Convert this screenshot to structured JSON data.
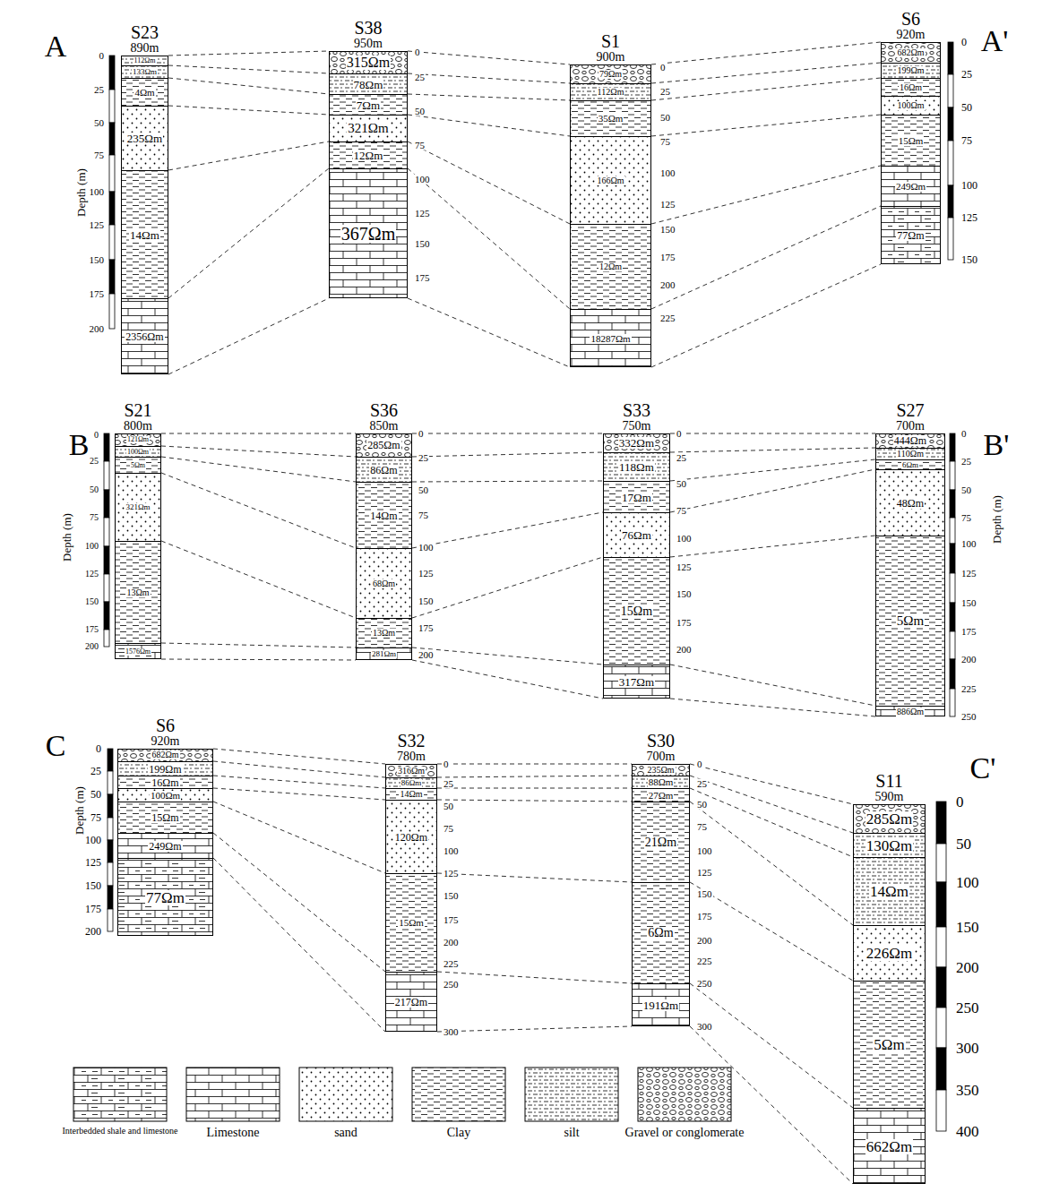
{
  "diagram": {
    "nodes": [
      {
        "text": [
          "S23",
          "890m"
        ]
      },
      {
        "text": [
          "112Ωm"
        ],
        "in": 0
      },
      {
        "text": [
          "133Ωm"
        ],
        "in": 0
      },
      {
        "text": [
          "4Ωm"
        ],
        "in": 0
      },
      {
        "text": [
          "235Ωm"
        ],
        "in": 0
      },
      {
        "text": [
          "14Ωm"
        ],
        "in": 0
      },
      {
        "text": [
          "2356Ωm"
        ],
        "in": 0
      },
      {
        "text": [
          "S38",
          "950m"
        ]
      },
      {
        "text": [
          "315Ωm"
        ],
        "in": 7
      },
      {
        "text": [
          "78Ωm"
        ],
        "in": 7
      },
      {
        "text": [
          "7Ωm"
        ],
        "in": 7
      },
      {
        "text": [
          "321Ωm"
        ],
        "in": 7
      },
      {
        "text": [
          "12Ωm"
        ],
        "in": 7
      },
      {
        "text": [
          "367Ωm"
        ],
        "in": 7
      },
      {
        "text": [
          "S1",
          "900m"
        ]
      },
      {
        "text": [
          "79Ωm"
        ],
        "in": 14
      },
      {
        "text": [
          "112Ωm"
        ],
        "in": 14
      },
      {
        "text": [
          "35Ωm"
        ],
        "in": 14
      },
      {
        "text": [
          "166Ωm"
        ],
        "in": 14
      },
      {
        "text": [
          "12Ωm"
        ],
        "in": 14
      },
      {
        "text": [
          "18287Ωm"
        ],
        "in": 14
      },
      {
        "text": [
          "S6",
          "920m"
        ]
      },
      {
        "text": [
          "682Ωm"
        ],
        "in": 21
      },
      {
        "text": [
          "199Ωm"
        ],
        "in": 21
      },
      {
        "text": [
          "16Ωm"
        ],
        "in": 21
      },
      {
        "text": [
          "100Ωm"
        ],
        "in": 21
      },
      {
        "text": [
          "15Ωm"
        ],
        "in": 21
      },
      {
        "text": [
          "249Ωm"
        ],
        "in": 21
      },
      {
        "text": [
          "77Ωm"
        ],
        "in": 21
      },
      {
        "text": [
          "S21",
          "800m"
        ]
      },
      {
        "text": [
          "121Ωm"
        ],
        "in": 29
      },
      {
        "text": [
          "100Ωm"
        ],
        "in": 29
      },
      {
        "text": [
          "5Ωm"
        ],
        "in": 29
      },
      {
        "text": [
          "321Ωm"
        ],
        "in": 29
      },
      {
        "text": [
          "13Ωm"
        ],
        "in": 29
      },
      {
        "text": [
          "1576Ωm"
        ],
        "in": 29
      },
      {
        "text": [
          "S36",
          "850m"
        ]
      },
      {
        "text": [
          "285Ωm"
        ],
        "in": 36
      },
      {
        "text": [
          "86Ωm"
        ],
        "in": 36
      },
      {
        "text": [
          "14Ωm"
        ],
        "in": 36
      },
      {
        "text": [
          "68Ωm"
        ],
        "in": 36
      },
      {
        "text": [
          "13Ωm"
        ],
        "in": 36
      },
      {
        "text": [
          "281Ωm"
        ],
        "in": 36
      },
      {
        "text": [
          "S33",
          "750m"
        ]
      },
      {
        "text": [
          "332Ωm"
        ],
        "in": 43
      },
      {
        "text": [
          "118Ωm"
        ],
        "in": 43
      },
      {
        "text": [
          "17Ωm"
        ],
        "in": 43
      },
      {
        "text": [
          "76Ωm"
        ],
        "in": 43
      },
      {
        "text": [
          "15Ωm"
        ],
        "in": 43
      },
      {
        "text": [
          "317Ωm"
        ],
        "in": 43
      },
      {
        "text": [
          "S27",
          "700m"
        ]
      },
      {
        "text": [
          "444Ωm"
        ],
        "in": 50
      },
      {
        "text": [
          "110Ωm"
        ],
        "in": 50
      },
      {
        "text": [
          "6Ωm"
        ],
        "in": 50
      },
      {
        "text": [
          "48Ωm"
        ],
        "in": 50
      },
      {
        "text": [
          "5Ωm"
        ],
        "in": 50
      },
      {
        "text": [
          "886Ωm"
        ],
        "in": 50
      },
      {
        "text": [
          "S6",
          "920m"
        ]
      },
      {
        "text": [
          "682Ωm"
        ],
        "in": 57
      },
      {
        "text": [
          "199Ωm"
        ],
        "in": 57
      },
      {
        "text": [
          "16Ωm"
        ],
        "in": 57
      },
      {
        "text": [
          "100Ωm"
        ],
        "in": 57
      },
      {
        "text": [
          "15Ωm"
        ],
        "in": 57
      },
      {
        "text": [
          "249Ωm"
        ],
        "in": 57
      },
      {
        "text": [
          "77Ωm"
        ],
        "in": 57
      },
      {
        "text": [
          "S32",
          "780m"
        ]
      },
      {
        "text": [
          "316Ωm"
        ],
        "in": 65
      },
      {
        "text": [
          "86Ωm"
        ],
        "in": 65
      },
      {
        "text": [
          "14Ωm"
        ],
        "in": 65
      },
      {
        "text": [
          "120Ωm"
        ],
        "in": 65
      },
      {
        "text": [
          "15Ωm"
        ],
        "in": 65
      },
      {
        "text": [
          "217Ωm"
        ],
        "in": 65
      },
      {
        "text": [
          "S30",
          "700m"
        ]
      },
      {
        "text": [
          "235Ωm"
        ],
        "in": 72
      },
      {
        "text": [
          "88Ωm"
        ],
        "in": 72
      },
      {
        "text": [
          "27Ωm"
        ],
        "in": 72
      },
      {
        "text": [
          "21Ωm"
        ],
        "in": 72
      },
      {
        "text": [
          "6Ωm"
        ],
        "in": 72
      },
      {
        "text": [
          "191Ωm"
        ],
        "in": 72
      },
      {
        "text": [
          "S11",
          "590m"
        ]
      },
      {
        "text": [
          "285Ωm"
        ],
        "in": 79
      },
      {
        "text": [
          "130Ωm"
        ],
        "in": 79
      },
      {
        "text": [
          "14Ωm"
        ],
        "in": 79
      },
      {
        "text": [
          "226Ωm"
        ],
        "in": 79
      },
      {
        "text": [
          "5Ωm"
        ],
        "in": 79
      },
      {
        "text": [
          "662Ωm"
        ],
        "in": 79
      }
    ],
    "edges": [
      {
        "from": 0,
        "to": 7,
        "arrow": "none"
      },
      {
        "from": 0,
        "to": 7,
        "arrow": "none"
      },
      {
        "from": 0,
        "to": 7,
        "arrow": "none"
      },
      {
        "from": 0,
        "to": 7,
        "arrow": "none"
      },
      {
        "from": 0,
        "to": 7,
        "arrow": "none"
      },
      {
        "from": 0,
        "to": 7,
        "arrow": "none"
      },
      {
        "from": 0,
        "to": 7,
        "arrow": "none"
      },
      {
        "from": 7,
        "to": 14,
        "arrow": "none"
      },
      {
        "from": 7,
        "to": 14,
        "arrow": "none"
      },
      {
        "from": 7,
        "to": 14,
        "arrow": "none"
      },
      {
        "from": 7,
        "to": 14,
        "arrow": "none"
      },
      {
        "from": 7,
        "to": 14,
        "arrow": "none"
      },
      {
        "from": 7,
        "to": 14,
        "arrow": "none"
      },
      {
        "from": 7,
        "to": 14,
        "arrow": "none"
      },
      {
        "from": 14,
        "to": 21,
        "arrow": "none"
      },
      {
        "from": 14,
        "to": 21,
        "arrow": "none"
      },
      {
        "from": 14,
        "to": 21,
        "arrow": "none"
      },
      {
        "from": 14,
        "to": 21,
        "arrow": "none"
      },
      {
        "from": 14,
        "to": 21,
        "arrow": "none"
      },
      {
        "from": 14,
        "to": 21,
        "arrow": "none"
      },
      {
        "from": 14,
        "to": 21,
        "arrow": "none"
      },
      {
        "from": 29,
        "to": 36,
        "arrow": "none"
      },
      {
        "from": 29,
        "to": 36,
        "arrow": "none"
      },
      {
        "from": 29,
        "to": 36,
        "arrow": "none"
      },
      {
        "from": 29,
        "to": 36,
        "arrow": "none"
      },
      {
        "from": 29,
        "to": 36,
        "arrow": "none"
      },
      {
        "from": 29,
        "to": 36,
        "arrow": "none"
      },
      {
        "from": 29,
        "to": 36,
        "arrow": "none"
      },
      {
        "from": 36,
        "to": 43,
        "arrow": "none"
      },
      {
        "from": 36,
        "to": 43,
        "arrow": "none"
      },
      {
        "from": 36,
        "to": 43,
        "arrow": "none"
      },
      {
        "from": 36,
        "to": 43,
        "arrow": "none"
      },
      {
        "from": 36,
        "to": 43,
        "arrow": "none"
      },
      {
        "from": 36,
        "to": 43,
        "arrow": "none"
      },
      {
        "from": 36,
        "to": 43,
        "arrow": "none"
      },
      {
        "from": 43,
        "to": 50,
        "arrow": "none"
      },
      {
        "from": 43,
        "to": 50,
        "arrow": "none"
      },
      {
        "from": 43,
        "to": 50,
        "arrow": "none"
      },
      {
        "from": 43,
        "to": 50,
        "arrow": "none"
      },
      {
        "from": 43,
        "to": 50,
        "arrow": "none"
      },
      {
        "from": 43,
        "to": 50,
        "arrow": "none"
      },
      {
        "from": 43,
        "to": 50,
        "arrow": "none"
      },
      {
        "from": 57,
        "to": 65,
        "arrow": "none"
      },
      {
        "from": 57,
        "to": 65,
        "arrow": "none"
      },
      {
        "from": 57,
        "to": 65,
        "arrow": "none"
      },
      {
        "from": 57,
        "to": 65,
        "arrow": "none"
      },
      {
        "from": 57,
        "to": 65,
        "arrow": "none"
      },
      {
        "from": 57,
        "to": 65,
        "arrow": "none"
      },
      {
        "from": 57,
        "to": 65,
        "arrow": "none"
      },
      {
        "from": 65,
        "to": 72,
        "arrow": "none"
      },
      {
        "from": 65,
        "to": 72,
        "arrow": "none"
      },
      {
        "from": 65,
        "to": 72,
        "arrow": "none"
      },
      {
        "from": 65,
        "to": 72,
        "arrow": "none"
      },
      {
        "from": 65,
        "to": 72,
        "arrow": "none"
      },
      {
        "from": 65,
        "to": 72,
        "arrow": "none"
      },
      {
        "from": 65,
        "to": 72,
        "arrow": "none"
      },
      {
        "from": 72,
        "to": 79,
        "arrow": "none"
      },
      {
        "from": 72,
        "to": 79,
        "arrow": "none"
      },
      {
        "from": 72,
        "to": 79,
        "arrow": "none"
      },
      {
        "from": 72,
        "to": 79,
        "arrow": "none"
      },
      {
        "from": 72,
        "to": 79,
        "arrow": "none"
      },
      {
        "from": 72,
        "to": 79,
        "arrow": "none"
      },
      {
        "from": 72,
        "to": 79,
        "arrow": "none"
      }
    ],
    "labels": [
      "A",
      "A'",
      "Depth (m)",
      "0",
      "25",
      "50",
      "75",
      "100",
      "125",
      "150",
      "175",
      "200",
      "0",
      "25",
      "50",
      "75",
      "100",
      "125",
      "150",
      "175",
      "0",
      "25",
      "50",
      "75",
      "100",
      "125",
      "150",
      "175",
      "200",
      "225",
      "0",
      "25",
      "50",
      "75",
      "100",
      "125",
      "150",
      "B",
      "B'",
      "Depth (m)",
      "0",
      "25",
      "50",
      "75",
      "100",
      "125",
      "150",
      "175",
      "200",
      "0",
      "25",
      "50",
      "75",
      "100",
      "125",
      "150",
      "175",
      "200",
      "0",
      "25",
      "50",
      "75",
      "100",
      "125",
      "150",
      "175",
      "200",
      "0",
      "25",
      "50",
      "75",
      "100",
      "125",
      "150",
      "175",
      "200",
      "225",
      "250",
      "Depth (m)",
      "C",
      "C'",
      "Depth (m)",
      "0",
      "25",
      "50",
      "75",
      "100",
      "125",
      "150",
      "175",
      "200",
      "0",
      "25",
      "50",
      "75",
      "100",
      "125",
      "150",
      "175",
      "200",
      "225",
      "250",
      "300",
      "0",
      "25",
      "50",
      "75",
      "100",
      "125",
      "150",
      "175",
      "200",
      "225",
      "250",
      "300",
      "0",
      "50",
      "100",
      "150",
      "200",
      "250",
      "300",
      "350",
      "400"
    ],
    "legend": [
      {
        "text": "Interbedded shale and limestone"
      },
      {
        "text": "Limestone"
      },
      {
        "text": "sand"
      },
      {
        "text": "Clay"
      },
      {
        "text": "silt"
      },
      {
        "text": "Gravel or conglomerate"
      }
    ]
  }
}
